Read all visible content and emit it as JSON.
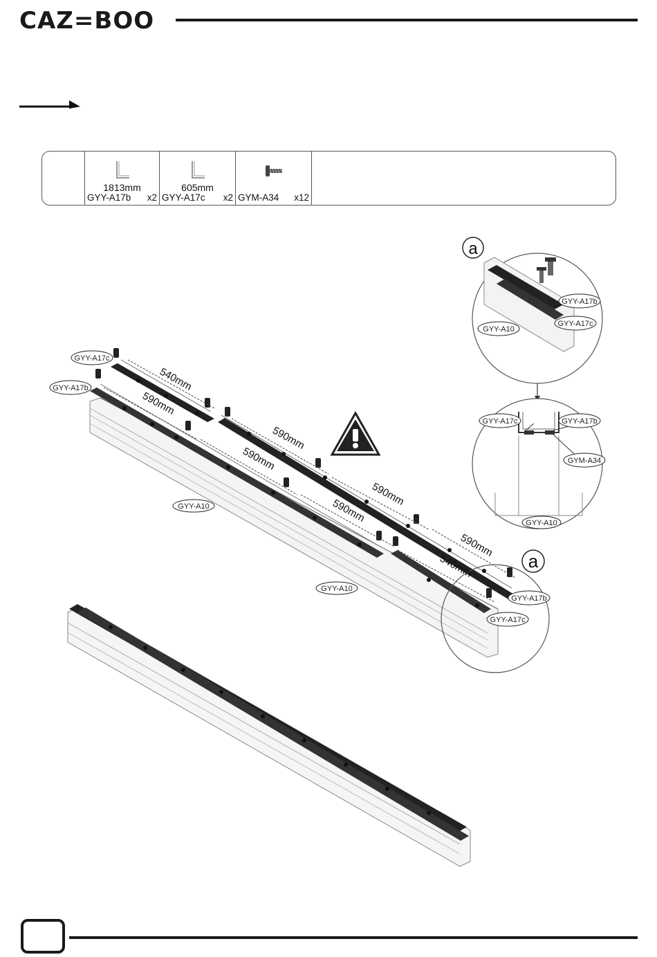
{
  "brand": {
    "logo_text": "CAZ=BOO"
  },
  "parts": [
    {
      "length": "1813mm",
      "code": "GYY-A17b",
      "qty": "x2",
      "icon": "angle-profile-icon"
    },
    {
      "length": "605mm",
      "code": "GYY-A17c",
      "qty": "x2",
      "icon": "angle-profile-icon"
    },
    {
      "length": "",
      "code": "GYM-A34",
      "qty": "x12",
      "icon": "screw-icon"
    }
  ],
  "labels": {
    "a17c": "GYY-A17c",
    "a17b": "GYY-A17b",
    "a10": "GYY-A10",
    "a34": "GYM-A34",
    "detail": "a"
  },
  "dimensions": {
    "d540": "540mm",
    "d590": "590mm"
  }
}
